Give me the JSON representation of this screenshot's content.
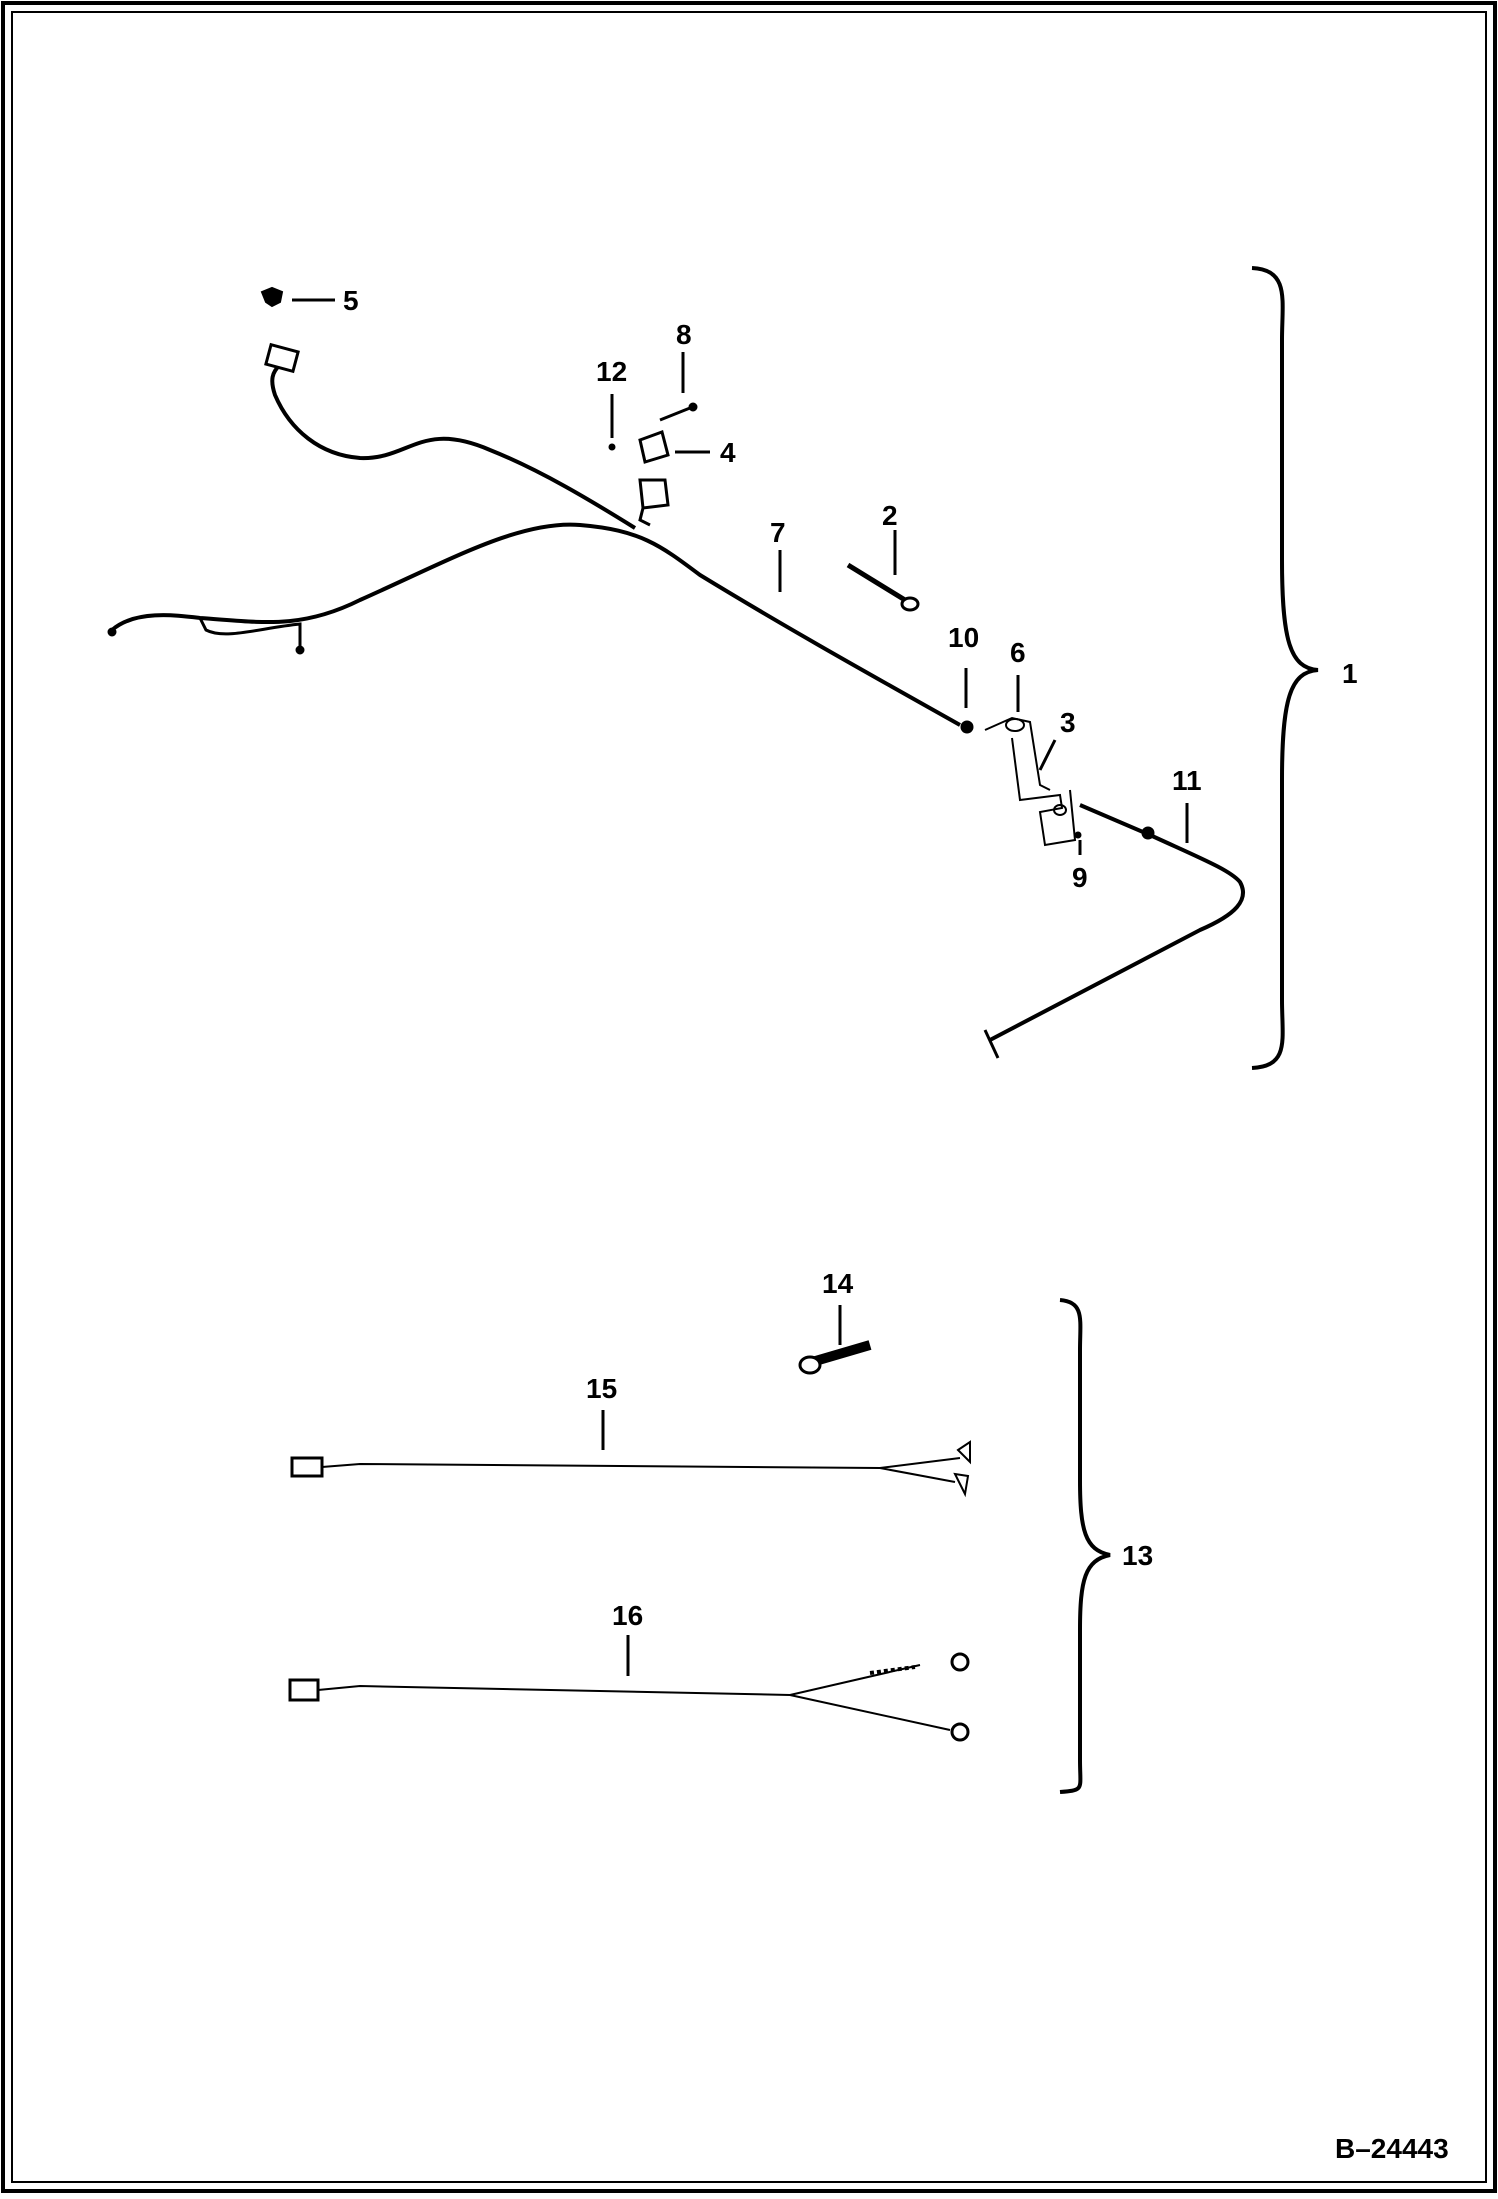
{
  "callouts": {
    "c1": "1",
    "c2": "2",
    "c3": "3",
    "c4": "4",
    "c5": "5",
    "c6": "6",
    "c7": "7",
    "c8": "8",
    "c9": "9",
    "c10": "10",
    "c11": "11",
    "c12": "12",
    "c13": "13",
    "c14": "14",
    "c15": "15",
    "c16": "16"
  },
  "figure_id": "B–24443",
  "colors": {
    "line": "#000000",
    "background": "#ffffff"
  }
}
